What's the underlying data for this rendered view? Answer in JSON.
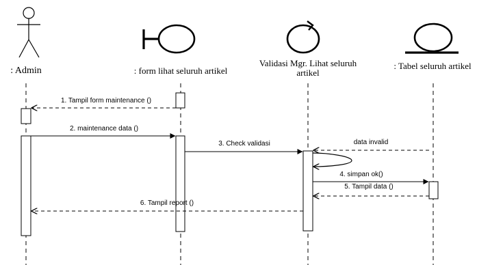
{
  "participants": [
    {
      "id": "admin",
      "label": ": Admin",
      "kind": "actor"
    },
    {
      "id": "form",
      "label": ": form lihat seluruh artikel",
      "kind": "boundary"
    },
    {
      "id": "control",
      "label_line1": "Validasi Mgr. Lihat seluruh",
      "label_line2": "artikel",
      "kind": "control"
    },
    {
      "id": "entity",
      "label": ": Tabel seluruh artikel",
      "kind": "entity"
    }
  ],
  "messages": [
    {
      "label": "1. Tampil form maintenance ()",
      "style": "return"
    },
    {
      "label": "2. maintenance data ()",
      "style": "call"
    },
    {
      "label": "3. Check validasi",
      "style": "call"
    },
    {
      "label": "data invalid",
      "style": "return"
    },
    {
      "label": "4. simpan ok()",
      "style": "call"
    },
    {
      "label": "5. Tampil data ()",
      "style": "return"
    },
    {
      "label": "6. Tampil report ()",
      "style": "return"
    }
  ]
}
